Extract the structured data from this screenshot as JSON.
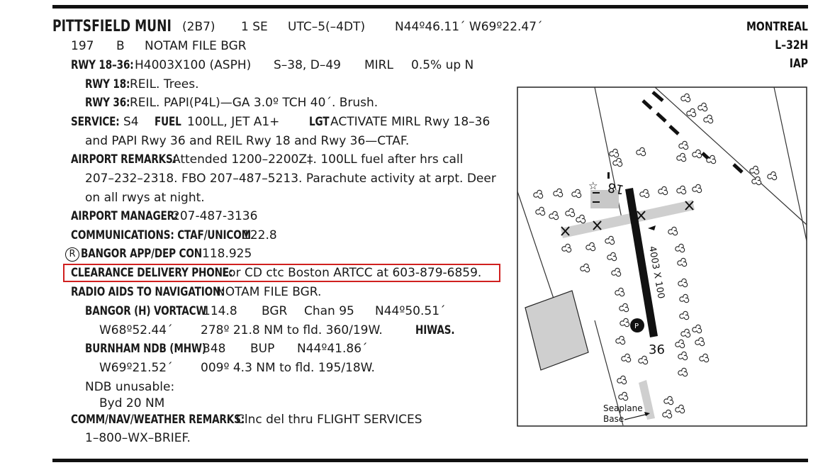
{
  "header": {
    "name": "PITTSFIELD MUNI",
    "ident": "(2B7)",
    "dist": "1 SE",
    "utc": "UTC–5(–4DT)",
    "coords": "N44º46.11´ W69º22.47´",
    "elev": "197",
    "fuel_class": "B",
    "notam": "NOTAM FILE BGR",
    "region": "MONTREAL",
    "chart": "L–32H",
    "iap": "IAP"
  },
  "runway": {
    "label": "RWY 18–36:",
    "dims": "H4003X100 (ASPH)",
    "strength": "S–38, D–49",
    "lighting": "MIRL",
    "gradient": "0.5% up N",
    "rwy18_label": "RWY 18:",
    "rwy18_text": "REIL. Trees.",
    "rwy36_label": "RWY 36:",
    "rwy36_text": "REIL. PAPI(P4L)—GA 3.0º TCH 40´. Brush."
  },
  "service": {
    "label": "SERVICE:",
    "s": "S4",
    "fuel_label": "FUEL",
    "fuel": "100LL, JET A1+",
    "lgt_label": "LGT",
    "lgt1": "ACTIVATE MIRL Rwy 18–36",
    "lgt2": "and PAPI Rwy 36 and REIL Rwy 18 and Rwy 36—CTAF."
  },
  "remarks": {
    "label": "AIRPORT REMARKS:",
    "l1": "Attended 1200–2200Z‡. 100LL fuel after hrs call",
    "l2": "207–232–2318. FBO 207–487–5213. Parachute activity at arpt. Deer",
    "l3": "on all rwys at night."
  },
  "manager": {
    "label": "AIRPORT MANAGER:",
    "phone": "207-487-3136"
  },
  "comms": {
    "label": "COMMUNICATIONS: CTAF/UNICOM",
    "freq": "122.8",
    "reg": "R",
    "app_label": "BANGOR APP/DEP CON",
    "app_freq": "118.925"
  },
  "clearance": {
    "label": "CLEARANCE DELIVERY PHONE:",
    "text": "For CD ctc Boston ARTCC at 603-879-6859."
  },
  "radio": {
    "label": "RADIO AIDS TO NAVIGATION:",
    "notam": "NOTAM FILE BGR.",
    "vor_label": "BANGOR (H) VORTACW",
    "vor_freq": "114.8",
    "vor_id": "BGR",
    "vor_chan": "Chan 95",
    "vor_lat": "N44º50.51´",
    "vor_lon": "W68º52.44´",
    "vor_rad": "278º 21.8 NM to fld. 360/19W.",
    "hiwas": "HIWAS.",
    "ndb_label": "BURNHAM NDB (MHW)",
    "ndb_freq": "348",
    "ndb_id": "BUP",
    "ndb_lat": "N44º41.86´",
    "ndb_lon": "W69º21.52´",
    "ndb_rad": "009º 4.3 NM to fld. 195/18W.",
    "ndb_unusable": "NDB unusable:",
    "ndb_byd": "Byd 20 NM"
  },
  "cnw": {
    "label": "COMM/NAV/WEATHER REMARKS:",
    "l1": "Clnc del thru FLIGHT SERVICES",
    "l2": "1–800–WX–BRIEF."
  },
  "diagram": {
    "rwy_top": "18",
    "rwy_bottom": "36",
    "rwy_dims": "4003 X 100",
    "parking": "P",
    "seaplane1": "Seaplane",
    "seaplane2": "Base"
  }
}
